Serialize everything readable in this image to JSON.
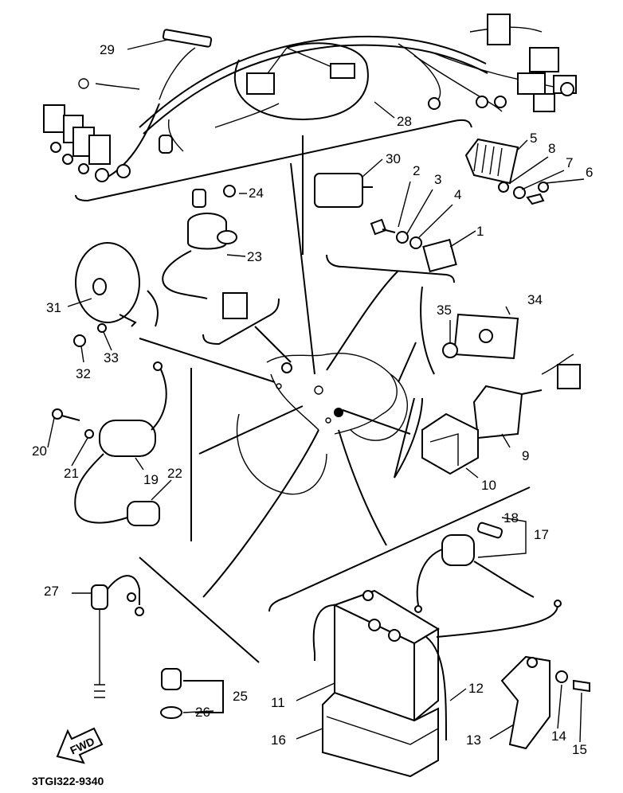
{
  "drawing_code": "3TGI322-9340",
  "direction_label": "FWD",
  "callouts": {
    "c1": "1",
    "c2": "2",
    "c3": "3",
    "c4": "4",
    "c5": "5",
    "c6": "6",
    "c7": "7",
    "c8": "8",
    "c9": "9",
    "c10": "10",
    "c11": "11",
    "c12": "12",
    "c13": "13",
    "c14": "14",
    "c15": "15",
    "c16": "16",
    "c17": "17",
    "c18": "18",
    "c19": "19",
    "c20": "20",
    "c21": "21",
    "c22": "22",
    "c23": "23",
    "c24": "24",
    "c25": "25",
    "c26": "26",
    "c27": "27",
    "c28": "28",
    "c29": "29",
    "c30": "30",
    "c31": "31",
    "c32": "32",
    "c33": "33",
    "c34": "34",
    "c35": "35"
  }
}
